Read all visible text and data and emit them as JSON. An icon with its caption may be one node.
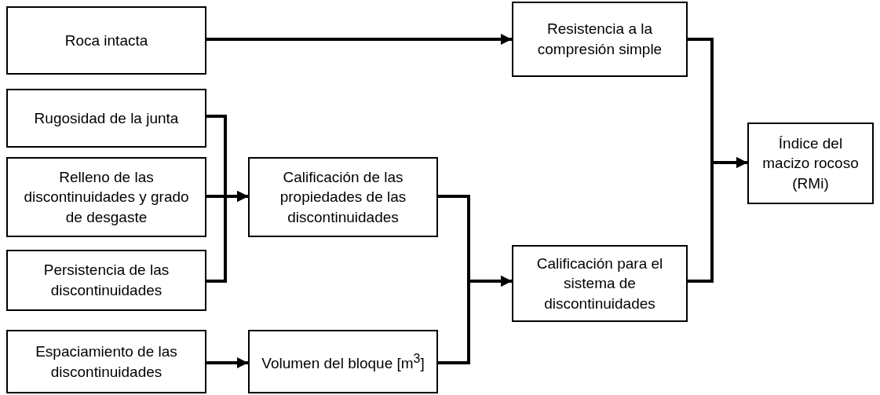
{
  "diagram": {
    "nodes": [
      {
        "text": [
          "Roca intacta"
        ]
      },
      {
        "text": [
          "Rugosidad de la junta"
        ]
      },
      {
        "text": [
          "Relleno de las discontinuidades y grado de desgaste"
        ]
      },
      {
        "text": [
          "Persistencia de las discontinuidades"
        ]
      },
      {
        "text": [
          "Espaciamiento de las discontinuidades"
        ]
      },
      {
        "text": [
          "Calificación de las propiedades de las discontinuidades"
        ]
      },
      {
        "text": [
          "Volumen del bloque [m$^{3}$]"
        ]
      },
      {
        "text": [
          "Resistencia a la compresión simple"
        ]
      },
      {
        "text": [
          "Calificación para el sistema de discontinuidades"
        ]
      },
      {
        "text": [
          "Índice del macizo rocoso (RMi)"
        ]
      }
    ],
    "edges": [
      {
        "from": 0,
        "to": 7,
        "arrow": "to"
      },
      {
        "from": 1,
        "to": 5,
        "arrow": "to"
      },
      {
        "from": 2,
        "to": 5,
        "arrow": "to"
      },
      {
        "from": 3,
        "to": 5,
        "arrow": "to"
      },
      {
        "from": 4,
        "to": 6,
        "arrow": "to"
      },
      {
        "from": 5,
        "to": 8,
        "arrow": "to"
      },
      {
        "from": 6,
        "to": 8,
        "arrow": "to"
      },
      {
        "from": 7,
        "to": 9,
        "arrow": "to"
      },
      {
        "from": 8,
        "to": 9,
        "arrow": "to"
      }
    ]
  }
}
